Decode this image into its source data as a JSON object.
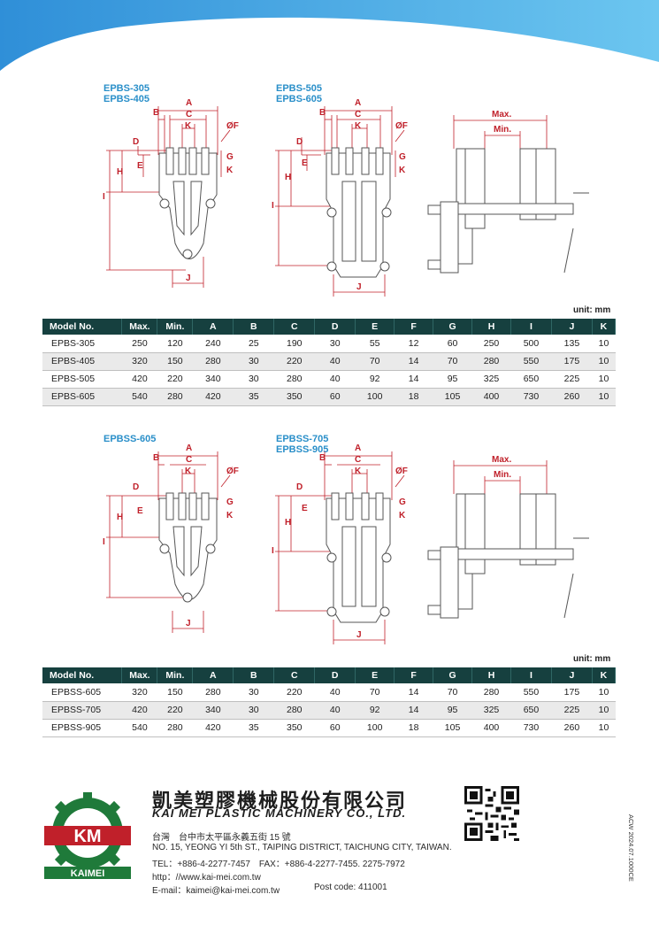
{
  "colors": {
    "header_bg": "#16403f",
    "model_label": "#2a8fc9",
    "dimension": "#c0202a",
    "band": "#3d9be0"
  },
  "section1": {
    "labels": [
      {
        "line1": "EPBS-305",
        "line2": "EPBS-405"
      },
      {
        "line1": "EPBS-505",
        "line2": "EPBS-605"
      }
    ],
    "unit": "unit: mm",
    "headers": [
      "Model No.",
      "Max.",
      "Min.",
      "A",
      "B",
      "C",
      "D",
      "E",
      "F",
      "G",
      "H",
      "I",
      "J",
      "K"
    ],
    "rows": [
      [
        "EPBS-305",
        "250",
        "120",
        "240",
        "25",
        "190",
        "30",
        "55",
        "12",
        "60",
        "250",
        "500",
        "135",
        "10"
      ],
      [
        "EPBS-405",
        "320",
        "150",
        "280",
        "30",
        "220",
        "40",
        "70",
        "14",
        "70",
        "280",
        "550",
        "175",
        "10"
      ],
      [
        "EPBS-505",
        "420",
        "220",
        "340",
        "30",
        "280",
        "40",
        "92",
        "14",
        "95",
        "325",
        "650",
        "225",
        "10"
      ],
      [
        "EPBS-605",
        "540",
        "280",
        "420",
        "35",
        "350",
        "60",
        "100",
        "18",
        "105",
        "400",
        "730",
        "260",
        "10"
      ]
    ]
  },
  "section2": {
    "labels": [
      {
        "line1": "EPBSS-605",
        "line2": ""
      },
      {
        "line1": "EPBSS-705",
        "line2": "EPBSS-905"
      }
    ],
    "unit": "unit: mm",
    "headers": [
      "Model No.",
      "Max.",
      "Min.",
      "A",
      "B",
      "C",
      "D",
      "E",
      "F",
      "G",
      "H",
      "I",
      "J",
      "K"
    ],
    "rows": [
      [
        "EPBSS-605",
        "320",
        "150",
        "280",
        "30",
        "220",
        "40",
        "70",
        "14",
        "70",
        "280",
        "550",
        "175",
        "10"
      ],
      [
        "EPBSS-705",
        "420",
        "220",
        "340",
        "30",
        "280",
        "40",
        "92",
        "14",
        "95",
        "325",
        "650",
        "225",
        "10"
      ],
      [
        "EPBSS-905",
        "540",
        "280",
        "420",
        "35",
        "350",
        "60",
        "100",
        "18",
        "105",
        "400",
        "730",
        "260",
        "10"
      ]
    ]
  },
  "dims": {
    "A": "A",
    "B": "B",
    "C": "C",
    "K": "K",
    "F": "ØF",
    "D": "D",
    "E": "E",
    "G": "G",
    "H": "H",
    "I": "I",
    "J": "J",
    "max": "Max.",
    "min": "Min."
  },
  "footer": {
    "company_zh": "凱美塑膠機械股份有限公司",
    "company_en": "KAI MEI PLASTIC MACHINERY CO., LTD.",
    "address_zh": "台灣　台中市太平區永義五街 15 號",
    "address_en": "NO. 15, YEONG YI 5th ST., TAIPING DISTRICT, TAICHUNG CITY, TAIWAN.",
    "tel_fax": "TEL：+886-4-2277-7457　FAX：+886-4-2277-7455. 2275-7972",
    "web": "http：//www.kai-mei.com.tw",
    "email": "E-mail：kaimei@kai-mei.com.tw",
    "post": "Post code: 411001",
    "logo_text": "KAIMEI",
    "logo_letters": "KM",
    "doc_code": "ACW 2024.07.1000CE"
  }
}
